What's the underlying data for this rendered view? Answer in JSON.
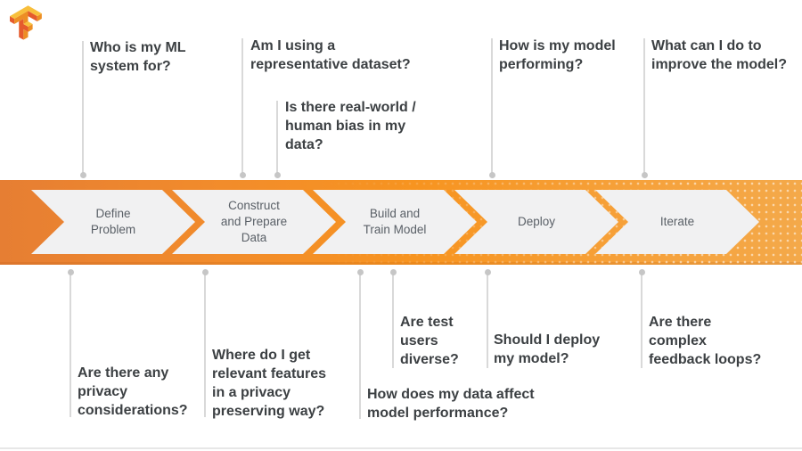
{
  "logo": {
    "alt": "TensorFlow logo"
  },
  "colors": {
    "banner_left": "#E67E33",
    "banner_mid": "#F79420",
    "banner_right": "#F4A94A",
    "chevron_fill": "#F1F1F2",
    "stage_text": "#5A6067",
    "question_text": "#3C4043",
    "connector": "#D9D9D9",
    "logo_dark": "#E55B2D",
    "logo_mid": "#ED8E24",
    "logo_light": "#F8BF3C"
  },
  "stages": [
    {
      "label": "Define\nProblem"
    },
    {
      "label": "Construct\nand Prepare\nData"
    },
    {
      "label": "Build and\nTrain Model"
    },
    {
      "label": "Deploy"
    },
    {
      "label": "Iterate"
    }
  ],
  "top_questions": [
    {
      "text": "Who is my ML\nsystem for?"
    },
    {
      "text": "Am I using a\nrepresentative dataset?"
    },
    {
      "text": "Is there real-world /\nhuman bias in my\ndata?"
    },
    {
      "text": "How is my model\nperforming?"
    },
    {
      "text": "What can I do to\nimprove the model?"
    }
  ],
  "bottom_questions": [
    {
      "text": "Are there any\nprivacy\nconsiderations?"
    },
    {
      "text": "Where do I get\nrelevant features\nin a privacy\npreserving way?"
    },
    {
      "text": "How does my data affect\nmodel performance?"
    },
    {
      "text": "Are test\nusers\ndiverse?"
    },
    {
      "text": "Should I deploy\nmy model?"
    },
    {
      "text": "Are there\ncomplex\nfeedback loops?"
    }
  ]
}
